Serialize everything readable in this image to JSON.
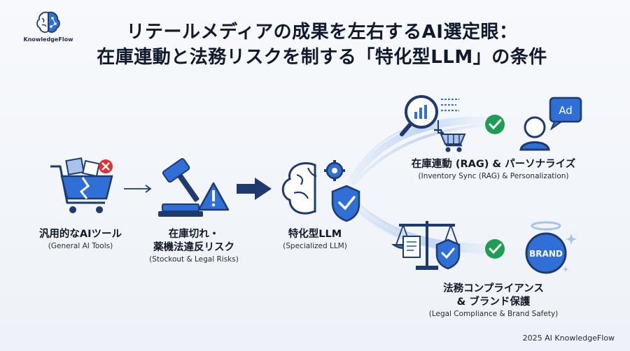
{
  "logo": {
    "text": "KnowledgeFlow"
  },
  "title": {
    "line1": "リテールメディアの成果を左右するAI選定眼：",
    "line2": "在庫連動と法務リスクを制する「特化型LLM」の条件"
  },
  "nodes": {
    "general": {
      "label": "汎用的なAIツール",
      "sub": "(General AI Tools)"
    },
    "risk": {
      "label1": "在庫切れ・",
      "label2": "薬機法違反リスク",
      "sub": "(Stockout & Legal Risks)"
    },
    "specialized": {
      "label": "特化型LLM",
      "sub": "(Specialized LLM)"
    },
    "inventory": {
      "label": "在庫連動 (RAG) & パーソナライズ",
      "sub": "(Inventory Sync (RAG) & Personalization)",
      "badge": "Ad"
    },
    "legal": {
      "label1": "法務コンプライアンス",
      "label2": "& ブランド保護",
      "sub": "(Legal Compliance & Brand Safety)",
      "badge": "BRAND"
    }
  },
  "colors": {
    "navy": "#1e3a6e",
    "blue": "#2f6fd6",
    "light": "#a9c3ec",
    "green": "#1f9d55",
    "red": "#e03131"
  },
  "footer": {
    "text": "2025 AI KnowledgeFlow"
  }
}
